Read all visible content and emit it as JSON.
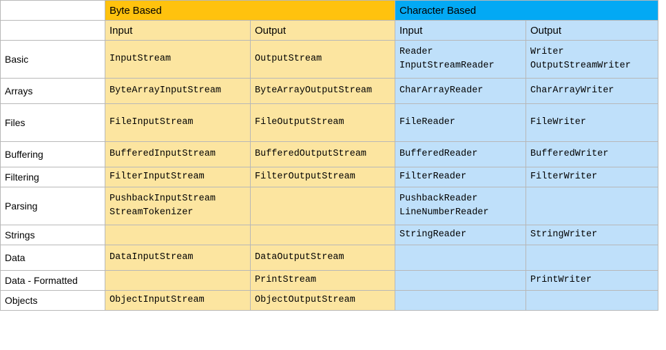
{
  "table": {
    "group_headers": {
      "blank": "",
      "byte_based": "Byte Based",
      "character_based": "Character Based"
    },
    "sub_headers": {
      "blank": "",
      "byte_input": "Input",
      "byte_output": "Output",
      "char_input": "Input",
      "char_output": "Output"
    },
    "rows": [
      {
        "label": "Basic",
        "byte_input": "InputStream",
        "byte_output": "OutputStream",
        "char_input": "Reader\nInputStreamReader",
        "char_output": "Writer\nOutputStreamWriter"
      },
      {
        "label": "Arrays",
        "byte_input": "ByteArrayInputStream",
        "byte_output": "ByteArrayOutputStream",
        "char_input": "CharArrayReader",
        "char_output": "CharArrayWriter"
      },
      {
        "label": "Files",
        "byte_input": "FileInputStream",
        "byte_output": "FileOutputStream",
        "char_input": "FileReader",
        "char_output": "FileWriter"
      },
      {
        "label": "Buffering",
        "byte_input": "BufferedInputStream",
        "byte_output": "BufferedOutputStream",
        "char_input": "BufferedReader",
        "char_output": "BufferedWriter"
      },
      {
        "label": "Filtering",
        "byte_input": "FilterInputStream",
        "byte_output": "FilterOutputStream",
        "char_input": "FilterReader",
        "char_output": "FilterWriter"
      },
      {
        "label": "Parsing",
        "byte_input": "PushbackInputStream\nStreamTokenizer",
        "byte_output": "",
        "char_input": "PushbackReader\nLineNumberReader",
        "char_output": ""
      },
      {
        "label": "Strings",
        "byte_input": "",
        "byte_output": "",
        "char_input": "StringReader",
        "char_output": "StringWriter"
      },
      {
        "label": "Data",
        "byte_input": "DataInputStream",
        "byte_output": "DataOutputStream",
        "char_input": "",
        "char_output": ""
      },
      {
        "label": "Data - Formatted",
        "byte_input": "",
        "byte_output": "PrintStream",
        "char_input": "",
        "char_output": "PrintWriter"
      },
      {
        "label": "Objects",
        "byte_input": "ObjectInputStream",
        "byte_output": "ObjectOutputStream",
        "char_input": "",
        "char_output": ""
      }
    ]
  },
  "colors": {
    "byte_header": "#ffc20e",
    "char_header": "#03a9f4",
    "byte_cell": "#fce5a0",
    "char_cell": "#bfe0fa",
    "grid_line": "#b7b7b7"
  }
}
